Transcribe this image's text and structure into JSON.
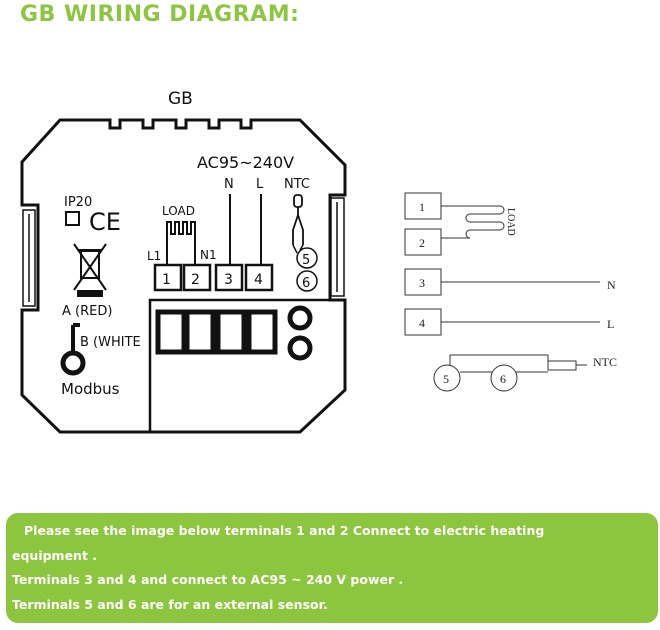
{
  "title": "GB WIRING DIAGRAM:",
  "device": {
    "top_label": "GB",
    "voltage": "AC95~240V",
    "ip_rating": "IP20",
    "ce_mark": "CE",
    "load_label": "LOAD",
    "terminal_labels": {
      "l1": "L1",
      "n1": "N1",
      "n": "N",
      "l": "L",
      "ntc": "NTC"
    },
    "terminals": [
      "1",
      "2",
      "3",
      "4"
    ],
    "sensor_terminals": [
      "5",
      "6"
    ],
    "modbus_a": "A (RED)",
    "modbus_b": "B (WHITE",
    "modbus_label": "Modbus"
  },
  "schematic": {
    "boxes": [
      "1",
      "2",
      "3",
      "4"
    ],
    "load_label": "LOAD",
    "n_label": "N",
    "l_label": "L",
    "ntc_label": "NTC",
    "sensor_circles": [
      "5",
      "6"
    ]
  },
  "notes": {
    "line1": "Please see the image below terminals 1 and 2 Connect to electric heating",
    "line2": "equipment .",
    "line3": "Terminals 3 and 4 and connect to AC95 ~ 240 V power .",
    "line4": "Terminals 5 and 6 are for an external sensor."
  }
}
